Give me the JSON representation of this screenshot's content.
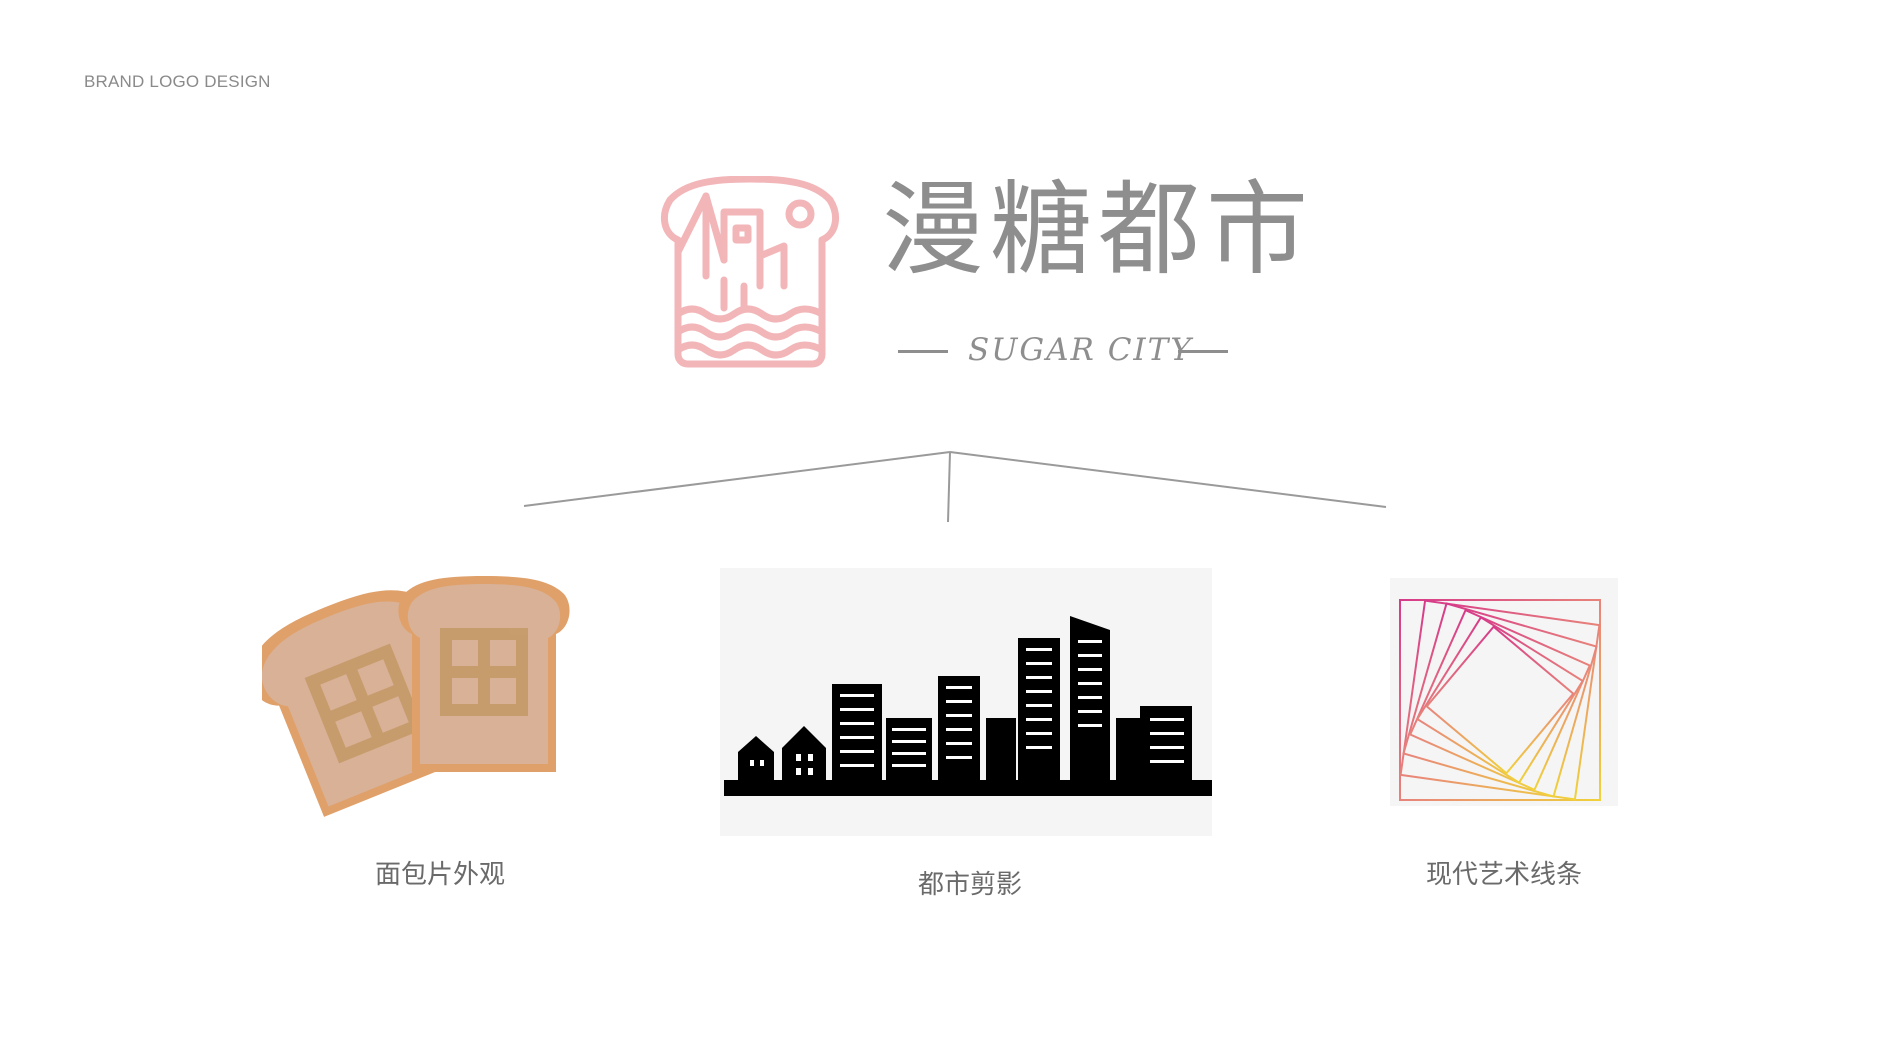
{
  "page": {
    "heading": "BRAND LOGO DESIGN"
  },
  "logo": {
    "name_cn": "漫糖都市",
    "name_en": "SUGAR CITY",
    "icon": "bread-city-wave-logo-icon",
    "color_mark": "#f2b6b9",
    "color_text": "#8e8e8e"
  },
  "elements": [
    {
      "caption": "面包片外观",
      "icon": "toast-slices-icon"
    },
    {
      "caption": "都市剪影",
      "icon": "city-skyline-silhouette-icon"
    },
    {
      "caption": "现代艺术线条",
      "icon": "rotating-squares-line-art-icon"
    }
  ],
  "colors": {
    "line": "#9a9a9a",
    "toast_crust": "#e0a06a",
    "toast_face": "#d8b196",
    "gradient_start": "#d63a8a",
    "gradient_end": "#f0d23a"
  }
}
